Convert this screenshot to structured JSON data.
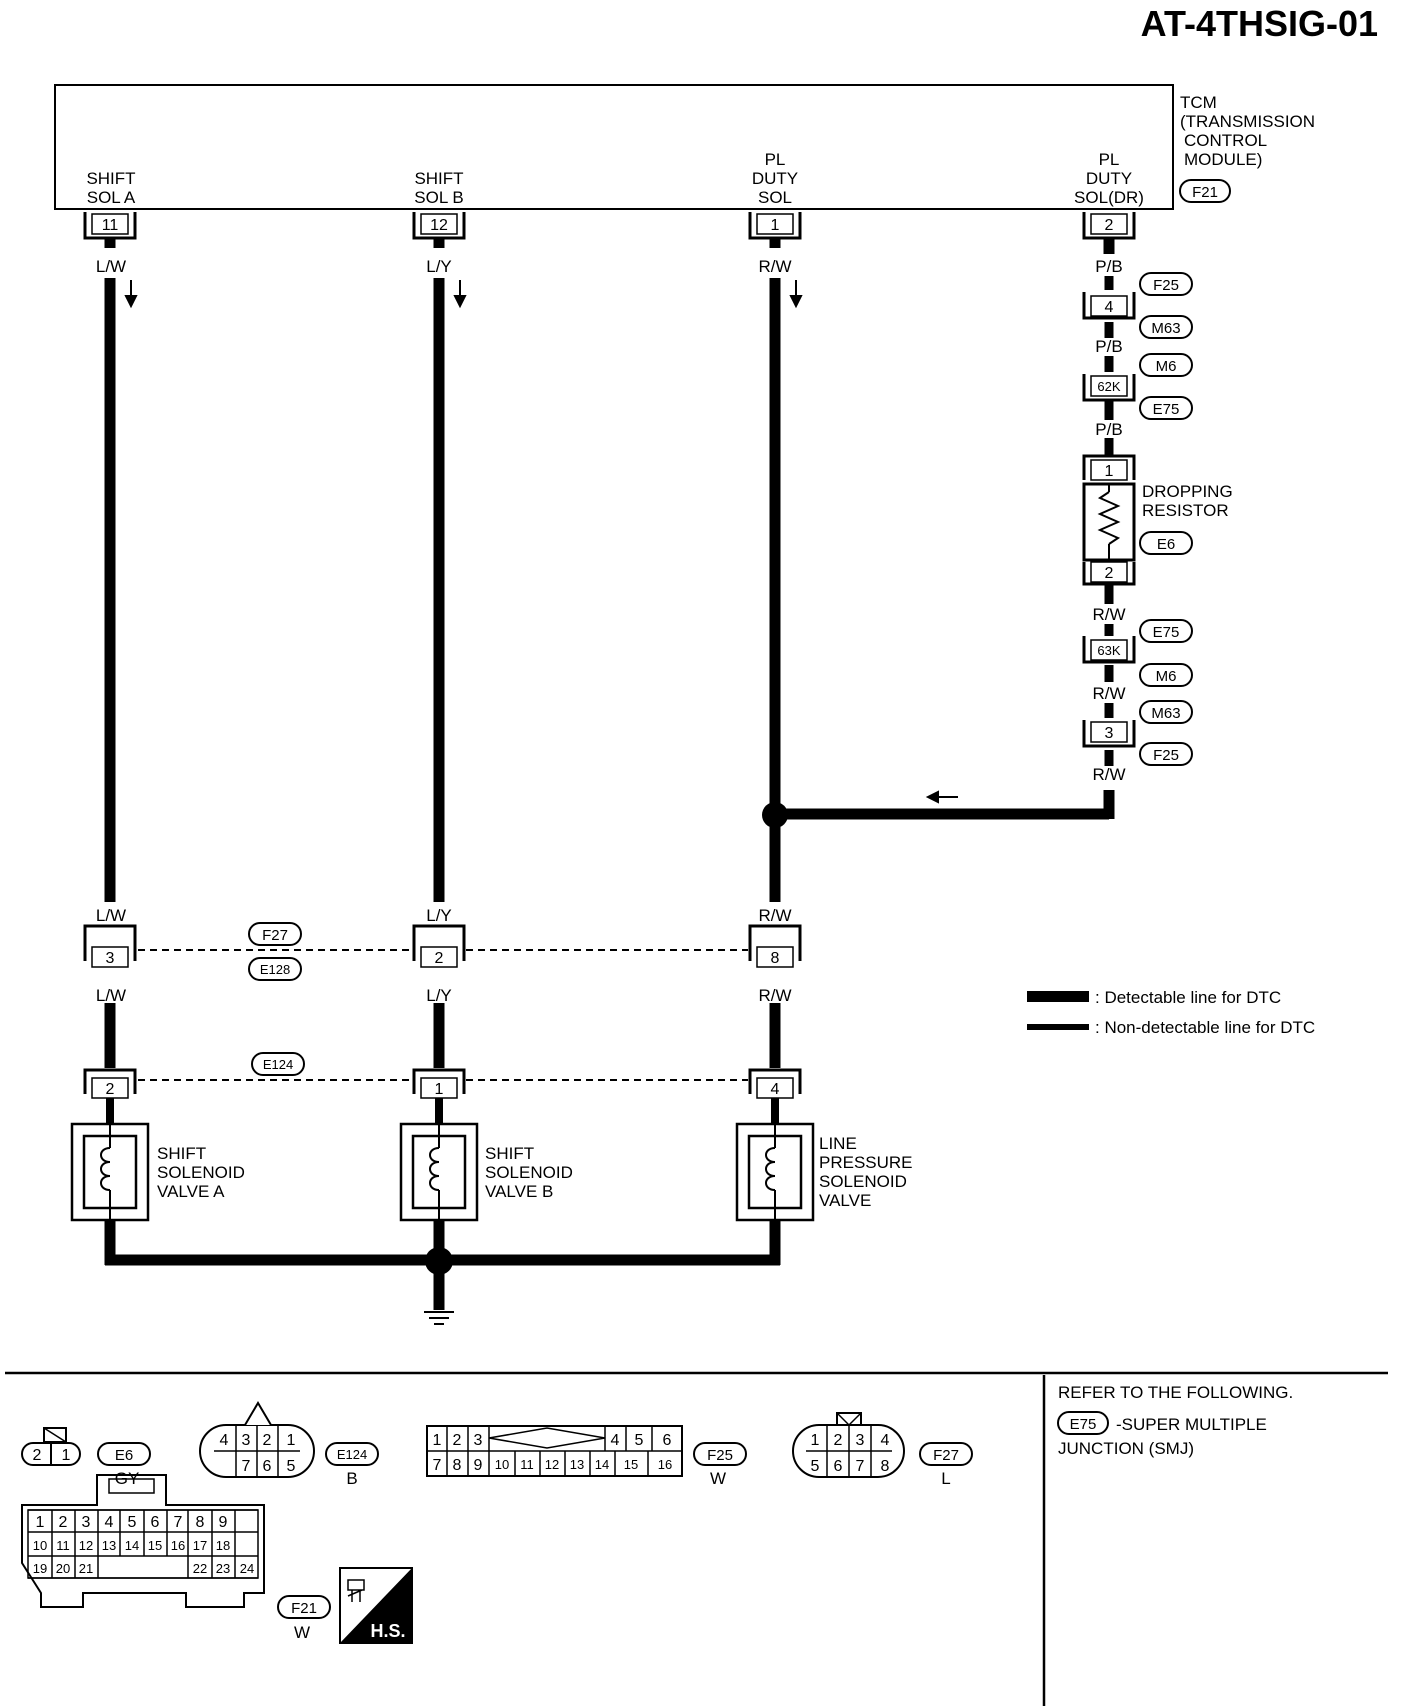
{
  "page_id": "AT-4THSIG-01",
  "tcm": {
    "label": [
      "TCM",
      "(TRANSMISSION",
      "CONTROL",
      "MODULE)"
    ],
    "connector": "F21",
    "terminals": [
      {
        "name": [
          "SHIFT",
          "SOL A"
        ],
        "pin": "11"
      },
      {
        "name": [
          "SHIFT",
          "SOL B"
        ],
        "pin": "12"
      },
      {
        "name": [
          "PL",
          "DUTY",
          "SOL"
        ],
        "pin": "1"
      },
      {
        "name": [
          "PL",
          "DUTY",
          "SOL(DR)"
        ],
        "pin": "2"
      }
    ]
  },
  "wires": {
    "lw": "L/W",
    "ly": "L/Y",
    "rw": "R/W",
    "pb": "P/B"
  },
  "right_branch": {
    "conn1": {
      "pin": "4",
      "tag_a": "F25",
      "tag_b": "M63"
    },
    "conn2": {
      "pin": "62K",
      "tag_a": "M6",
      "tag_b": "E75"
    },
    "resistor": {
      "label": [
        "DROPPING",
        "RESISTOR"
      ],
      "connector": "E6",
      "pin_top": "1",
      "pin_bottom": "2"
    },
    "conn3": {
      "pin": "63K",
      "tag_a": "E75",
      "tag_b": "M6"
    },
    "conn4": {
      "pin": "3",
      "tag_a": "M63",
      "tag_b": "F25"
    }
  },
  "mid_connectors": {
    "tag_a": "F27",
    "tag_b": "E128",
    "pins": [
      "3",
      "2",
      "8"
    ]
  },
  "valve_connectors": {
    "tag": "E124",
    "pins": [
      "2",
      "1",
      "4"
    ]
  },
  "solenoids": [
    {
      "label": [
        "SHIFT",
        "SOLENOID",
        "VALVE A"
      ]
    },
    {
      "label": [
        "SHIFT",
        "SOLENOID",
        "VALVE B"
      ]
    },
    {
      "label": [
        "LINE",
        "PRESSURE",
        "SOLENOID",
        "VALVE"
      ]
    }
  ],
  "legend": [
    {
      "label": ": Detectable line for DTC"
    },
    {
      "label": ": Non-detectable line for DTC"
    }
  ],
  "connector_views": {
    "e6": {
      "id": "E6",
      "color": "GY",
      "pins": [
        "2",
        "1"
      ]
    },
    "e124": {
      "id": "E124",
      "color": "B",
      "row1": [
        "4",
        "3",
        "2",
        "1"
      ],
      "row2": [
        "7",
        "6",
        "5"
      ]
    },
    "f25": {
      "id": "F25",
      "color": "W",
      "row1": [
        "1",
        "2",
        "3",
        "4",
        "5",
        "6"
      ],
      "row2": [
        "7",
        "8",
        "9",
        "10",
        "11",
        "12",
        "13",
        "14",
        "15",
        "16"
      ]
    },
    "f27": {
      "id": "F27",
      "color": "L",
      "row1": [
        "1",
        "2",
        "3",
        "4"
      ],
      "row2": [
        "5",
        "6",
        "7",
        "8"
      ]
    },
    "f21": {
      "id": "F21",
      "color": "W",
      "row1": [
        "1",
        "2",
        "3",
        "4",
        "5",
        "6",
        "7",
        "8",
        "9"
      ],
      "row2": [
        "10",
        "11",
        "12",
        "13",
        "14",
        "15",
        "16",
        "17",
        "18"
      ],
      "row3a": [
        "19",
        "20",
        "21"
      ],
      "row3b": [
        "22",
        "23",
        "24"
      ]
    },
    "hs_badge": "H.S."
  },
  "refer": {
    "heading": "REFER TO THE FOLLOWING.",
    "tag": "E75",
    "line1": "-SUPER MULTIPLE",
    "line2": "JUNCTION (SMJ)"
  }
}
